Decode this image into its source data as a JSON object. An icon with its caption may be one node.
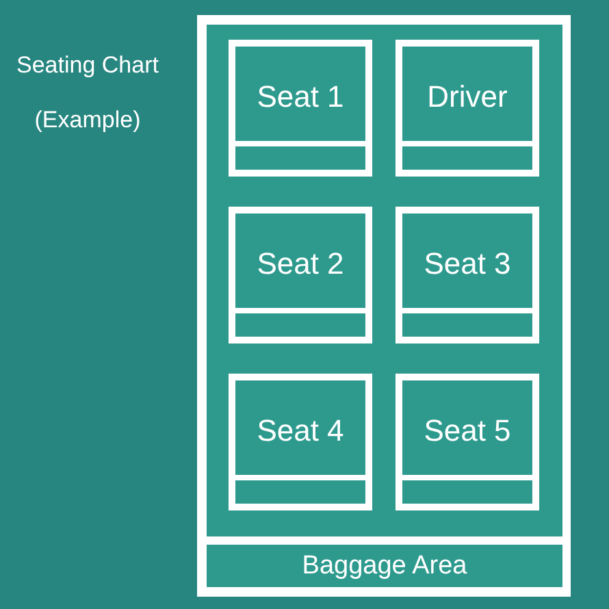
{
  "diagram": {
    "title": "Seating Chart (Example)",
    "nodes": [
      {
        "text": [],
        "shape": "box"
      },
      {
        "text": [],
        "shape": "box",
        "in": 0
      },
      {
        "text": [
          "Seat 1"
        ],
        "in": 1
      },
      {
        "text": [],
        "shape": "box",
        "in": 2
      },
      {
        "text": [
          "Driver"
        ],
        "in": 1
      },
      {
        "text": [],
        "shape": "box",
        "in": 4
      },
      {
        "text": [
          "Seat 2"
        ],
        "in": 1
      },
      {
        "text": [],
        "shape": "box",
        "in": 6
      },
      {
        "text": [
          "Seat 3"
        ],
        "in": 1
      },
      {
        "text": [],
        "shape": "box",
        "in": 8
      },
      {
        "text": [
          "Seat 4"
        ],
        "in": 1
      },
      {
        "text": [],
        "shape": "box",
        "in": 10
      },
      {
        "text": [
          "Seat 5"
        ],
        "in": 1
      },
      {
        "text": [],
        "shape": "box",
        "in": 12
      },
      {
        "text": [
          "Baggage Area"
        ],
        "in": 0
      }
    ]
  }
}
